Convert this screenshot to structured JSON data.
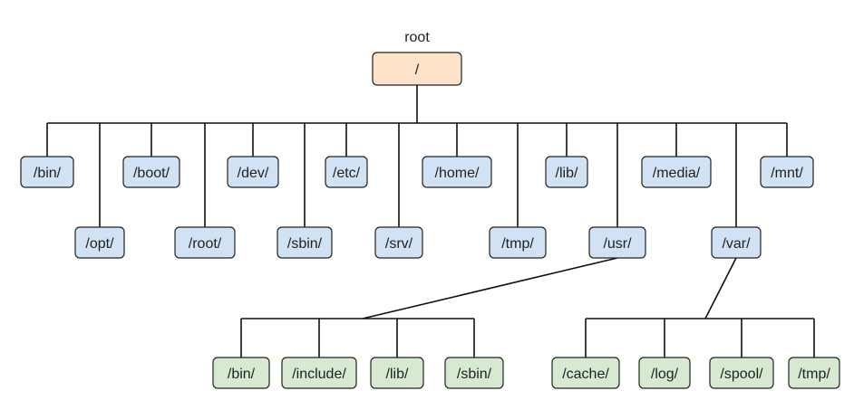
{
  "root_label": "root",
  "colors": {
    "root_fill": "#fce3c9",
    "dir_fill": "#d0e2f4",
    "leaf_fill": "#d8e9d2",
    "line": "#111111"
  },
  "root": {
    "label": "/"
  },
  "level1": [
    {
      "id": "bin",
      "label": "/bin/"
    },
    {
      "id": "opt",
      "label": "/opt/"
    },
    {
      "id": "boot",
      "label": "/boot/"
    },
    {
      "id": "root",
      "label": "/root/"
    },
    {
      "id": "dev",
      "label": "/dev/"
    },
    {
      "id": "sbin",
      "label": "/sbin/"
    },
    {
      "id": "etc",
      "label": "/etc/"
    },
    {
      "id": "srv",
      "label": "/srv/"
    },
    {
      "id": "home",
      "label": "/home/"
    },
    {
      "id": "tmp",
      "label": "/tmp/"
    },
    {
      "id": "lib",
      "label": "/lib/"
    },
    {
      "id": "usr",
      "label": "/usr/"
    },
    {
      "id": "media",
      "label": "/media/"
    },
    {
      "id": "var",
      "label": "/var/"
    },
    {
      "id": "mnt",
      "label": "/mnt/"
    }
  ],
  "usr_children": [
    {
      "id": "usr-bin",
      "label": "/bin/"
    },
    {
      "id": "usr-include",
      "label": "/include/"
    },
    {
      "id": "usr-lib",
      "label": "/lib/"
    },
    {
      "id": "usr-sbin",
      "label": "/sbin/"
    }
  ],
  "var_children": [
    {
      "id": "var-cache",
      "label": "/cache/"
    },
    {
      "id": "var-log",
      "label": "/log/"
    },
    {
      "id": "var-spool",
      "label": "/spool/"
    },
    {
      "id": "var-tmp",
      "label": "/tmp/"
    }
  ]
}
